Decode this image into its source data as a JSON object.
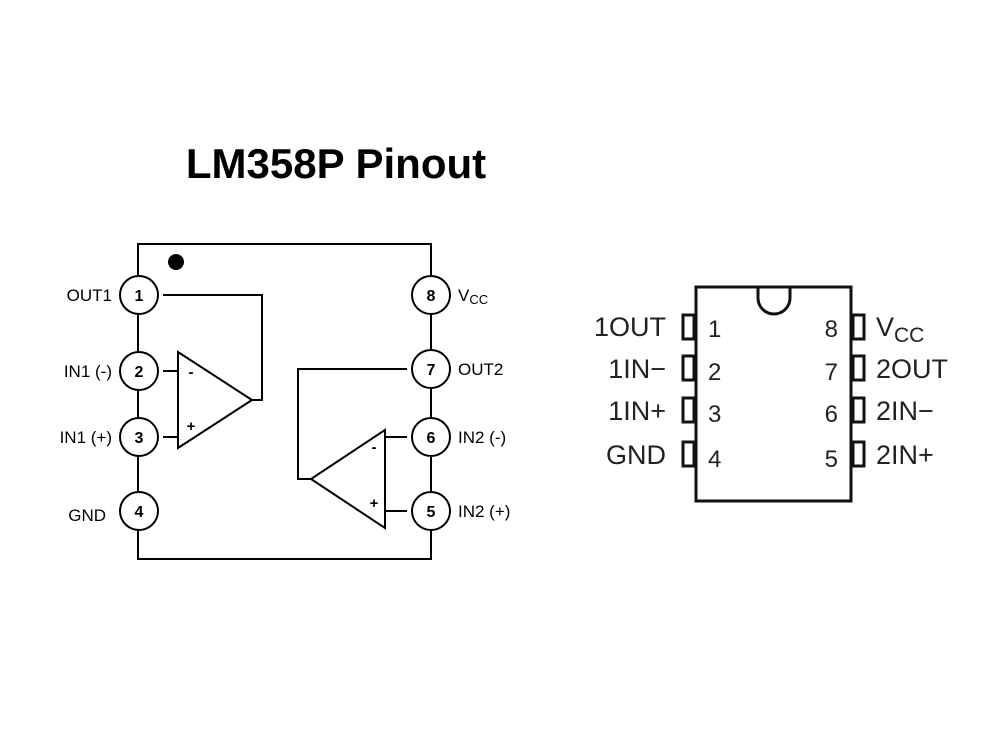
{
  "title": "LM358P Pinout",
  "schematic": {
    "pins": [
      {
        "num": "1",
        "label": "OUT1"
      },
      {
        "num": "2",
        "label": "IN1 (-)"
      },
      {
        "num": "3",
        "label": "IN1 (+)"
      },
      {
        "num": "4",
        "label": "GND"
      },
      {
        "num": "5",
        "label": "IN2 (+)"
      },
      {
        "num": "6",
        "label": "IN2 (-)"
      },
      {
        "num": "7",
        "label": "OUT2"
      },
      {
        "num": "8",
        "label": "V",
        "label_sub": "CC"
      }
    ],
    "opamp_signs": {
      "minus": "-",
      "plus": "+"
    }
  },
  "package": {
    "left_pins": [
      {
        "num": "1",
        "label": "1OUT"
      },
      {
        "num": "2",
        "label": "1IN−"
      },
      {
        "num": "3",
        "label": "1IN+"
      },
      {
        "num": "4",
        "label": "GND"
      }
    ],
    "right_pins": [
      {
        "num": "8",
        "label": "V",
        "label_sub": "CC"
      },
      {
        "num": "7",
        "label": "2OUT"
      },
      {
        "num": "6",
        "label": "2IN−"
      },
      {
        "num": "5",
        "label": "2IN+"
      }
    ]
  }
}
